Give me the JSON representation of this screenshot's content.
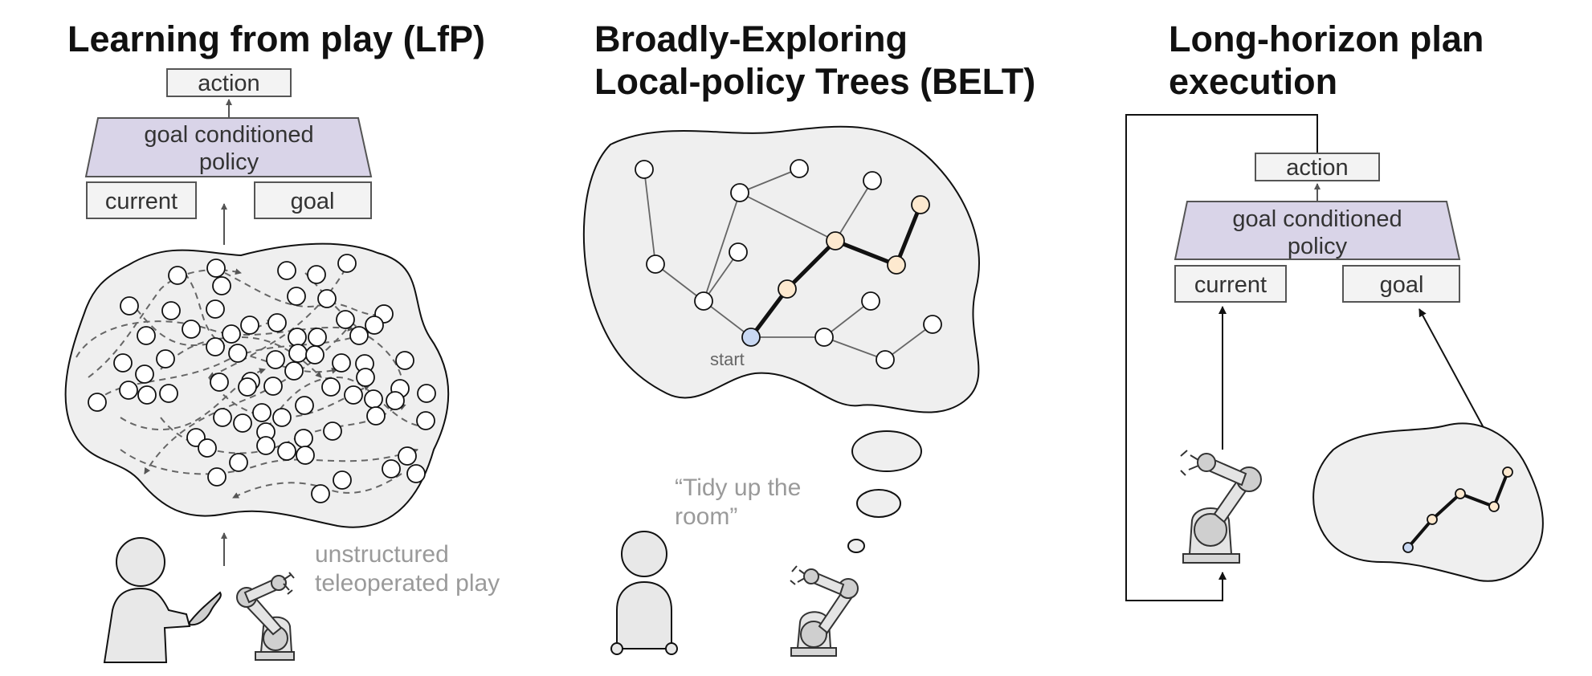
{
  "panel1": {
    "title": "Learning from play (LfP)",
    "action_label": "action",
    "policy_label_line1": "goal conditioned",
    "policy_label_line2": "policy",
    "current_label": "current",
    "goal_label": "goal",
    "play_caption_line1": "unstructured",
    "play_caption_line2": "teleoperated play"
  },
  "panel2": {
    "title_line1": "Broadly-Exploring",
    "title_line2": "Local-policy Trees (BELT)",
    "start_label": "start",
    "speech_line1": "“Tidy up the",
    "speech_line2": "room”"
  },
  "panel3": {
    "title_line1": "Long-horizon plan",
    "title_line2": "execution",
    "action_label": "action",
    "policy_label_line1": "goal conditioned",
    "policy_label_line2": "policy",
    "current_label": "current",
    "goal_label": "goal"
  },
  "colors": {
    "policy_fill": "#d9d4e8",
    "blob_fill": "#efefef",
    "plan_node": "#fde9cf",
    "start_node": "#c9d8f2",
    "text_gray": "#9a9a9a"
  }
}
